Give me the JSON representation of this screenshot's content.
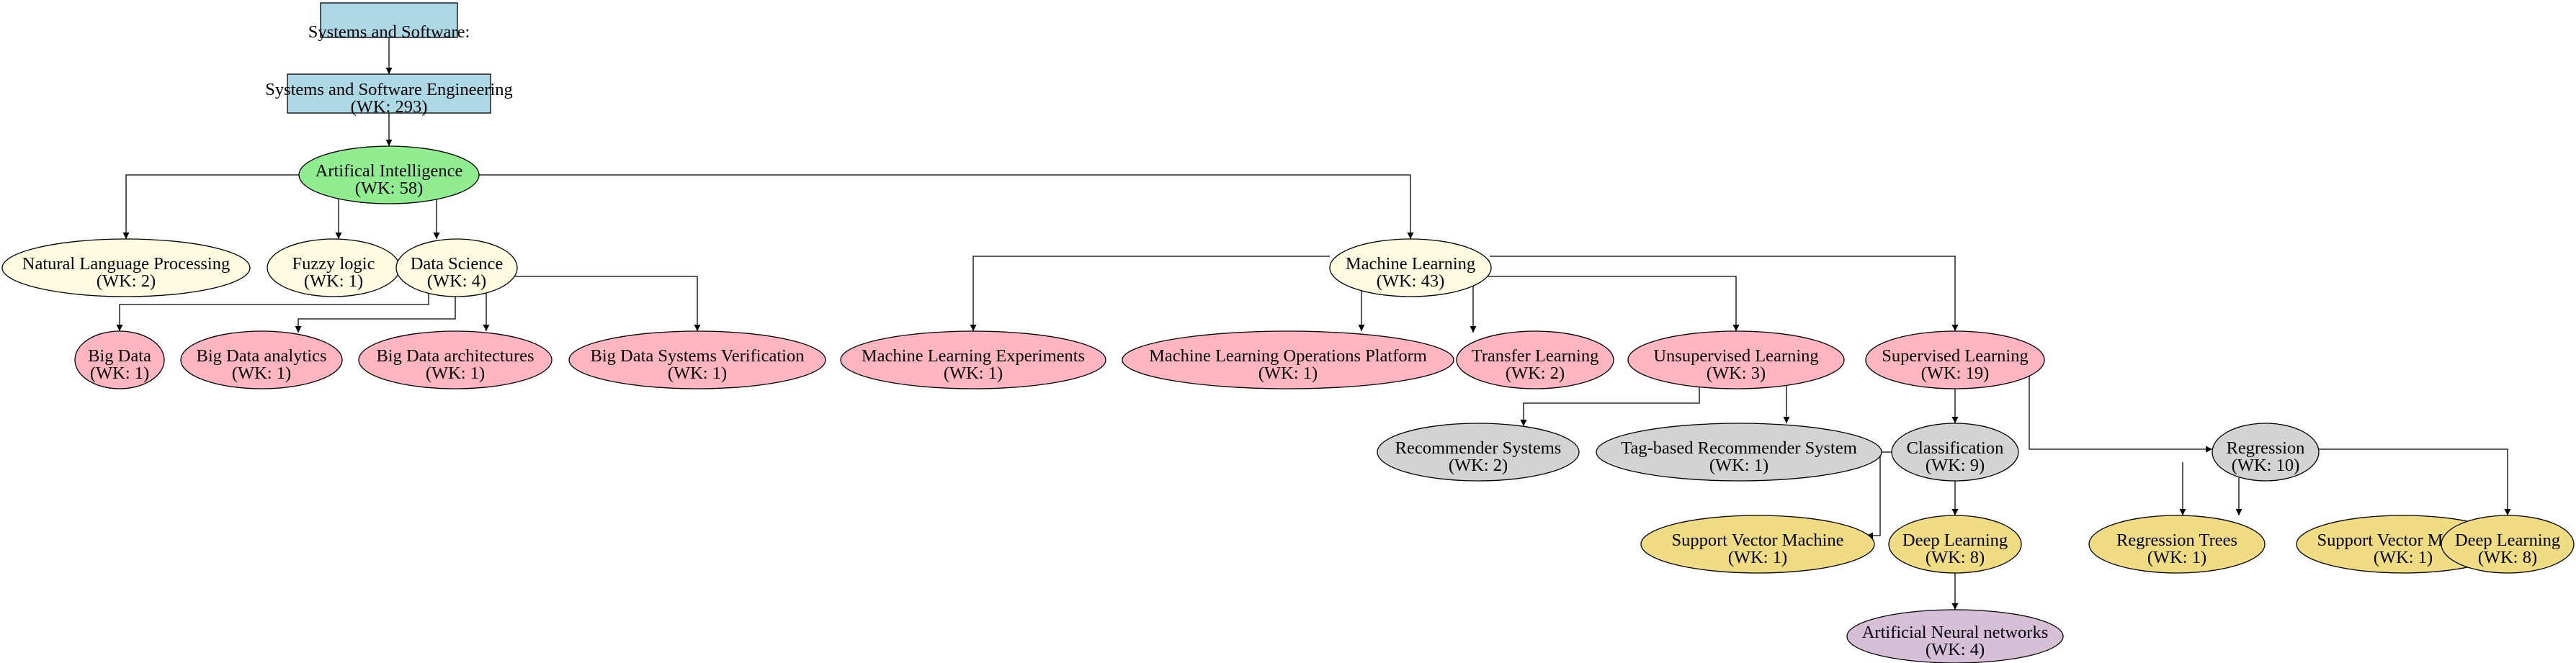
{
  "colors": {
    "root": "#add8e6",
    "ai": "#90ee90",
    "level2": "#fffbe0",
    "level3": "#ffb6c1",
    "level4": "#d3d3d3",
    "level5": "#f0dc82",
    "level6": "#d8bfd8"
  },
  "nodes": {
    "systems_software": {
      "line1": "Systems and Software:",
      "line2": "",
      "color": "root"
    },
    "sse": {
      "line1": "Systems and Software Engineering",
      "line2": "(WK: 293)",
      "color": "root"
    },
    "ai": {
      "line1": "Artifical Intelligence",
      "line2": "(WK: 58)",
      "color": "ai"
    },
    "nlp": {
      "line1": "Natural Language Processing",
      "line2": "(WK: 2)",
      "color": "level2"
    },
    "fuzzy": {
      "line1": "Fuzzy logic",
      "line2": "(WK: 1)",
      "color": "level2"
    },
    "data_science": {
      "line1": "Data Science",
      "line2": "(WK: 4)",
      "color": "level2"
    },
    "ml": {
      "line1": "Machine Learning",
      "line2": "(WK: 43)",
      "color": "level2"
    },
    "big_data": {
      "line1": "Big Data",
      "line2": "(WK: 1)",
      "color": "level3"
    },
    "big_data_analytics": {
      "line1": "Big Data analytics",
      "line2": "(WK: 1)",
      "color": "level3"
    },
    "big_data_arch": {
      "line1": "Big Data architectures",
      "line2": "(WK: 1)",
      "color": "level3"
    },
    "big_data_verif": {
      "line1": "Big Data Systems Verification",
      "line2": "(WK: 1)",
      "color": "level3"
    },
    "ml_experiments": {
      "line1": "Machine Learning Experiments",
      "line2": "(WK: 1)",
      "color": "level3"
    },
    "ml_ops": {
      "line1": "Machine Learning Operations Platform",
      "line2": "(WK: 1)",
      "color": "level3"
    },
    "transfer": {
      "line1": "Transfer Learning",
      "line2": "(WK: 2)",
      "color": "level3"
    },
    "unsupervised": {
      "line1": "Unsupervised Learning",
      "line2": "(WK: 3)",
      "color": "level3"
    },
    "supervised": {
      "line1": "Supervised Learning",
      "line2": "(WK: 19)",
      "color": "level3"
    },
    "recommender": {
      "line1": "Recommender Systems",
      "line2": "(WK: 2)",
      "color": "level4"
    },
    "tag_recommender": {
      "line1": "Tag-based Recommender System",
      "line2": "(WK: 1)",
      "color": "level4"
    },
    "classification": {
      "line1": "Classification",
      "line2": "(WK: 9)",
      "color": "level4"
    },
    "regression": {
      "line1": "Regression",
      "line2": "(WK: 10)",
      "color": "level4"
    },
    "svm_class": {
      "line1": "Support Vector Machine",
      "line2": "(WK: 1)",
      "color": "level5"
    },
    "dl_class": {
      "line1": "Deep Learning",
      "line2": "(WK: 8)",
      "color": "level5"
    },
    "reg_trees": {
      "line1": "Regression Trees",
      "line2": "(WK: 1)",
      "color": "level5"
    },
    "svm_reg": {
      "line1": "Support Vector Machine",
      "line2": "(WK: 1)",
      "color": "level5"
    },
    "dl_reg": {
      "line1": "Deep Learning",
      "line2": "(WK: 8)",
      "color": "level5"
    },
    "ann": {
      "line1": "Artificial Neural networks",
      "line2": "(WK: 4)",
      "color": "level6"
    }
  },
  "edges": [
    [
      "systems_software",
      "sse"
    ],
    [
      "sse",
      "ai"
    ],
    [
      "ai",
      "nlp"
    ],
    [
      "ai",
      "fuzzy"
    ],
    [
      "ai",
      "data_science"
    ],
    [
      "ai",
      "ml"
    ],
    [
      "data_science",
      "big_data"
    ],
    [
      "data_science",
      "big_data_analytics"
    ],
    [
      "data_science",
      "big_data_arch"
    ],
    [
      "data_science",
      "big_data_verif"
    ],
    [
      "ml",
      "ml_experiments"
    ],
    [
      "ml",
      "ml_ops"
    ],
    [
      "ml",
      "transfer"
    ],
    [
      "ml",
      "unsupervised"
    ],
    [
      "ml",
      "supervised"
    ],
    [
      "unsupervised",
      "recommender"
    ],
    [
      "unsupervised",
      "tag_recommender"
    ],
    [
      "supervised",
      "classification"
    ],
    [
      "supervised",
      "regression"
    ],
    [
      "classification",
      "svm_class"
    ],
    [
      "classification",
      "dl_class"
    ],
    [
      "regression",
      "reg_trees"
    ],
    [
      "regression",
      "svm_reg"
    ],
    [
      "regression",
      "dl_reg"
    ],
    [
      "dl_class",
      "ann"
    ]
  ]
}
